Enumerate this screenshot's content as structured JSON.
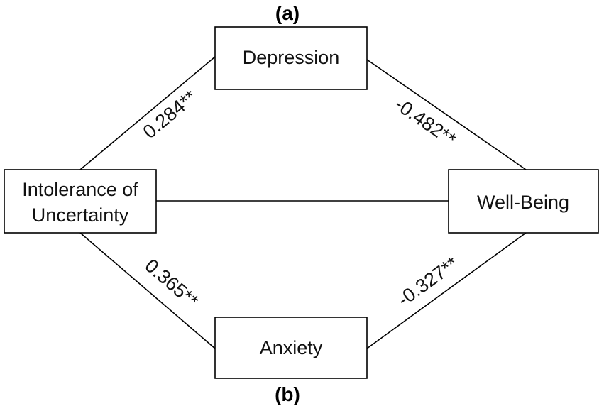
{
  "panel_labels": {
    "top": "(a)",
    "bottom": "(b)"
  },
  "nodes": {
    "depression": {
      "label": "Depression"
    },
    "intolerance": {
      "line1": "Intolerance of",
      "line2": "Uncertainty"
    },
    "wellbeing": {
      "label": "Well-Being"
    },
    "anxiety": {
      "label": "Anxiety"
    }
  },
  "paths": {
    "iu_to_depression": "0.284**",
    "depression_to_wellbeing": "-0.482**",
    "iu_to_anxiety": "0.365**",
    "anxiety_to_wellbeing": "-0.327**"
  },
  "colors": {
    "stroke": "#000000",
    "background": "#ffffff"
  }
}
